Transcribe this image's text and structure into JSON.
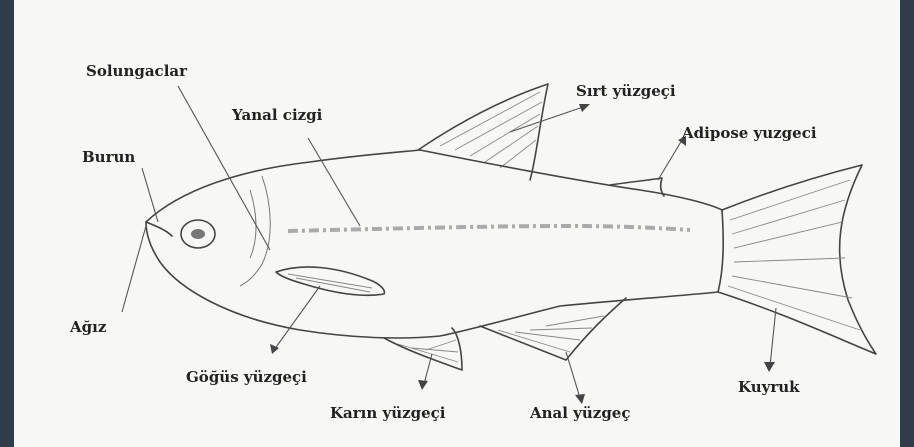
{
  "diagram": {
    "labels": {
      "solungaclar": "Solungaclar",
      "yanal_cizgi": "Yanal cizgi",
      "burun": "Burun",
      "sirt_yuzgeci": "Sırt yüzgeçi",
      "adipose_yuzgeci": "Adipose yuzgeci",
      "agiz": "Ağız",
      "gogus_yuzgeci": "Göğüs yüzgeçi",
      "karin_yuzgeci": "Karın yüzgeçi",
      "anal_yuzgec": "Anal yüzgeç",
      "kuyruk": "Kuyruk"
    },
    "colors": {
      "frame": "#2e3d49",
      "panel": "#f7f7f5",
      "outline": "#444444"
    }
  }
}
